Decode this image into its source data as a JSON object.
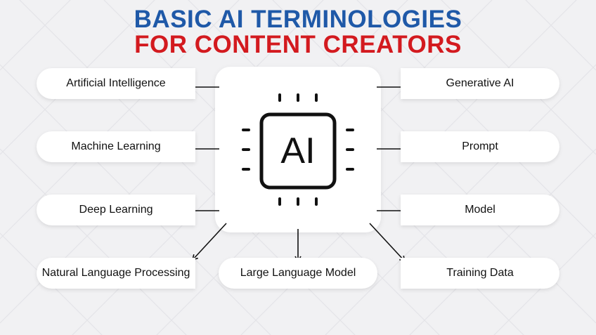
{
  "title": {
    "line1": "BASIC AI TERMINOLOGIES",
    "line2": "FOR CONTENT CREATORS"
  },
  "center": {
    "chip_label": "AI",
    "icon": "ai-chip-icon"
  },
  "terms": {
    "artificial_intelligence": "Artificial Intelligence",
    "machine_learning": "Machine Learning",
    "deep_learning": "Deep Learning",
    "natural_language_processing": "Natural Language Processing",
    "large_language_model": "Large Language Model",
    "generative_ai": "Generative AI",
    "prompt": "Prompt",
    "model": "Model",
    "training_data": "Training Data"
  },
  "colors": {
    "title_blue": "#1f59a8",
    "title_red": "#d31a1f",
    "background": "#f1f1f3",
    "card": "#ffffff",
    "ink": "#111111"
  }
}
